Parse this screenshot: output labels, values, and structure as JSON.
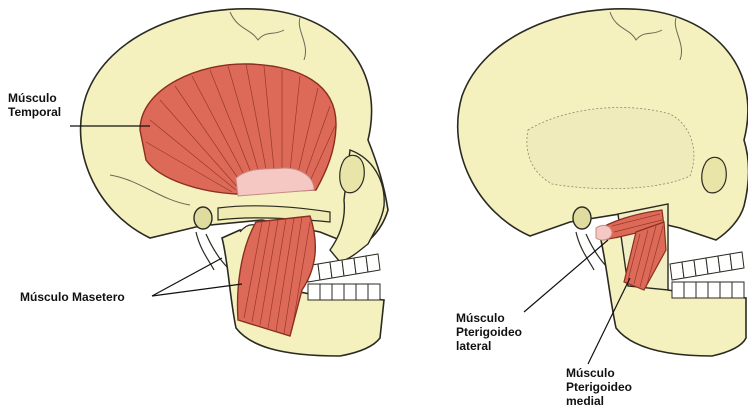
{
  "labels": {
    "temporal": "Músculo\nTemporal",
    "masetero": "Músculo Masetero",
    "pterigoideo_lateral": "Músculo\nPterigoideo\nlateral",
    "pterigoideo_medial": "Músculo\nPterigoideo\nmedial"
  },
  "colors": {
    "bone": "#f4f1bf",
    "muscle": "#dd6a58",
    "tendon": "#f6c8c3",
    "outline": "#2a2a22"
  }
}
